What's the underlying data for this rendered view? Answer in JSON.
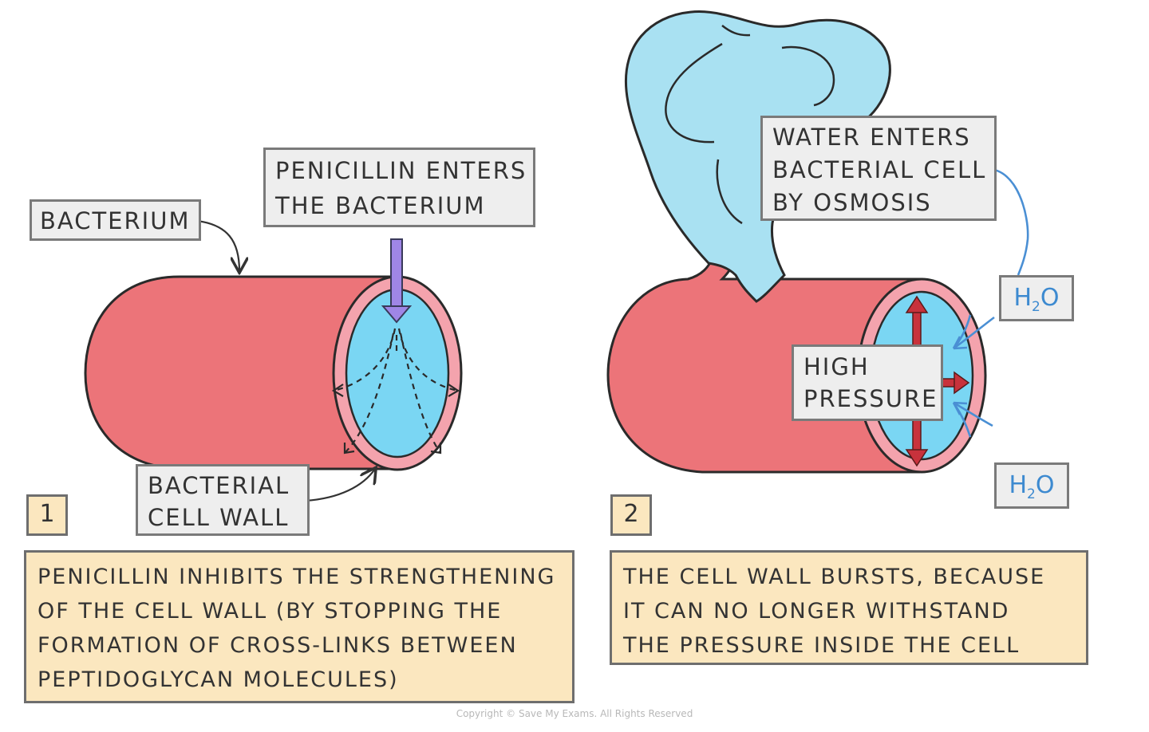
{
  "panel1": {
    "number": "1",
    "labels": {
      "bacterium": "BACTERIUM",
      "penicillin_enters": [
        "PENICILLIN ENTERS",
        "THE BACTERIUM"
      ],
      "cell_wall": [
        "BACTERIAL",
        "CELL WALL"
      ]
    },
    "caption": [
      "PENICILLIN INHIBITS THE STRENGTHENING",
      "OF THE CELL WALL (BY STOPPING THE",
      "FORMATION OF CROSS-LINKS BETWEEN",
      "PEPTIDOGLYCAN MOLECULES)"
    ]
  },
  "panel2": {
    "number": "2",
    "labels": {
      "water_enters": [
        "WATER ENTERS",
        "BACTERIAL CELL",
        "BY OSMOSIS"
      ],
      "high_pressure": [
        "HIGH",
        "PRESSURE"
      ],
      "h2o_top": {
        "base": "H",
        "sub": "2",
        "tail": "O"
      },
      "h2o_bottom": {
        "base": "H",
        "sub": "2",
        "tail": "O"
      }
    },
    "caption": [
      "THE CELL WALL BURSTS, BECAUSE",
      "IT CAN NO LONGER WITHSTAND",
      "THE PRESSURE INSIDE THE CELL"
    ]
  },
  "copyright": "Copyright © Save My Exams. All Rights Reserved",
  "colors": {
    "cell_body": "#ec7479",
    "cell_wall": "#f4a3ad",
    "cytoplasm": "#7ad6f3",
    "burst_water": "#a9e1f2",
    "arrow_purple": "#9f86e6",
    "arrow_red": "#c8323c",
    "water_arrow": "#4a8fd4",
    "label_bg": "#eeeeee",
    "caption_bg": "#fbe7bf"
  }
}
